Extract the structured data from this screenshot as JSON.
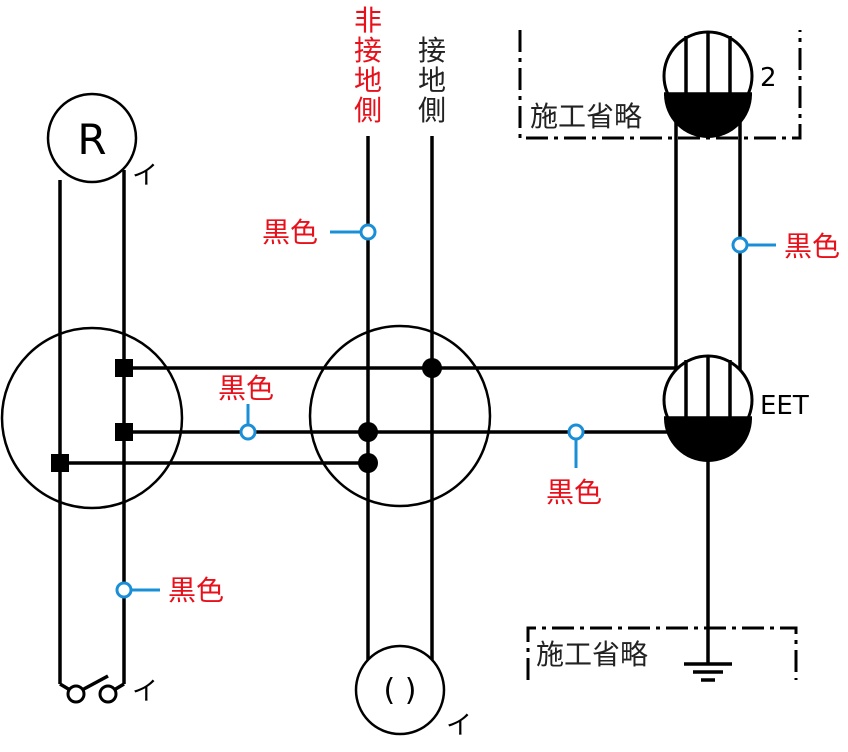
{
  "labels": {
    "non_ground_side": "非接地側",
    "ground_side": "接地側",
    "construction_omitted_top": "施工省略",
    "construction_omitted_bottom": "施工省略",
    "lamp_r": "R",
    "lamp_r_tag": "イ",
    "switch_tag": "イ",
    "outlet_tag": "イ",
    "outlet_symbol": "( )",
    "light_2_tag": "2",
    "eet_label": "EET",
    "black_1": "黒色",
    "black_2": "黒色",
    "black_3": "黒色",
    "black_4": "黒色",
    "black_5": "黒色"
  },
  "colors": {
    "wire": "#000000",
    "label_red": "#e8101a",
    "marker_blue": "#1a8fd8"
  }
}
